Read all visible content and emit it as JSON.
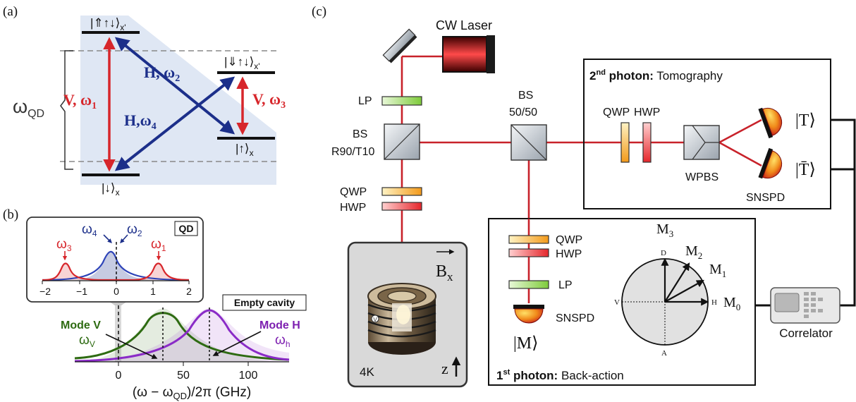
{
  "panels": {
    "a": "(a)",
    "b": "(b)",
    "c": "(c)"
  },
  "panel_a": {
    "omega_qd": "ω",
    "omega_qd_sub": "QD",
    "top_state": "|⇑↑↓⟩",
    "top_state_sub": "x'",
    "right_upper_state": "|⇓↑↓⟩",
    "right_upper_state_sub": "x'",
    "right_lower_state": "|↑⟩",
    "right_lower_state_sub": "x",
    "bottom_state": "|↓⟩",
    "bottom_state_sub": "x",
    "v_omega1": "V, ω",
    "v_omega1_sub": "1",
    "h_omega2": "H, ω",
    "h_omega2_sub": "2",
    "v_omega3": "V, ω",
    "v_omega3_sub": "3",
    "h_omega4": "H,ω",
    "h_omega4_sub": "4",
    "colors": {
      "red": "#d7262b",
      "blue": "#1c2f8a",
      "shade": "#dfe7f4"
    }
  },
  "panel_b": {
    "inset_tag": "QD",
    "inset_labels": {
      "w3": "ω",
      "w3_sub": "3",
      "w4": "ω",
      "w4_sub": "4",
      "w2": "ω",
      "w2_sub": "2",
      "w1": "ω",
      "w1_sub": "1"
    },
    "inset_ticks": [
      "−2",
      "−1",
      "0",
      "1",
      "2"
    ],
    "empty_cavity_tag": "Empty cavity",
    "mode_v": "Mode V",
    "omega_v": "ω",
    "omega_v_sub": "V",
    "mode_h": "Mode H",
    "omega_h": "ω",
    "omega_h_sub": "h",
    "x_ticks": [
      "0",
      "50",
      "100"
    ],
    "xlabel_pre": "(ω − ω",
    "xlabel_sub": "QD",
    "xlabel_post": ")/2π (GHz)",
    "colors": {
      "green": "#2e6b12",
      "purple": "#7d1fb0",
      "red": "#d7262b",
      "blue": "#1c2f8a"
    }
  },
  "panel_c": {
    "cw_laser": "CW Laser",
    "lp1": "LP",
    "bs_r90": "BS",
    "bs_r90_2": "R90/T10",
    "qwp1": "QWP",
    "hwp1": "HWP",
    "bs_5050": "BS",
    "bs_5050_2": "50/50",
    "cryo_label": "4K",
    "b_field": "B",
    "b_field_sub": "x",
    "z_label": "z",
    "box2_sup": "nd",
    "box2_bold": "2",
    "box2_bold2": " photon:",
    "box2_rest": " Tomography",
    "qwp2": "QWP",
    "hwp2": "HWP",
    "wpbs": "WPBS",
    "ket_t": "|T⟩",
    "ket_tbar": "|T̄⟩",
    "snspd2": "SNSPD",
    "qwp3": "QWP",
    "hwp3": "HWP",
    "lp3": "LP",
    "snspd3": "SNSPD",
    "ket_m": "|M⟩",
    "box1_bold": "1",
    "box1_sup": "st",
    "box1_bold2": " photon:",
    "box1_rest": " Back-action",
    "poincare": {
      "D": "D",
      "V": "V",
      "H": "H",
      "A": "A",
      "M0": "M",
      "M0_sub": "0",
      "M1": "M",
      "M1_sub": "1",
      "M2": "M",
      "M2_sub": "2",
      "M3": "M",
      "M3_sub": "3"
    },
    "correlator": "Correlator",
    "colors": {
      "beam": "#c8222a",
      "box_border": "#111111",
      "cryo_bg": "#d9d9d9"
    }
  }
}
